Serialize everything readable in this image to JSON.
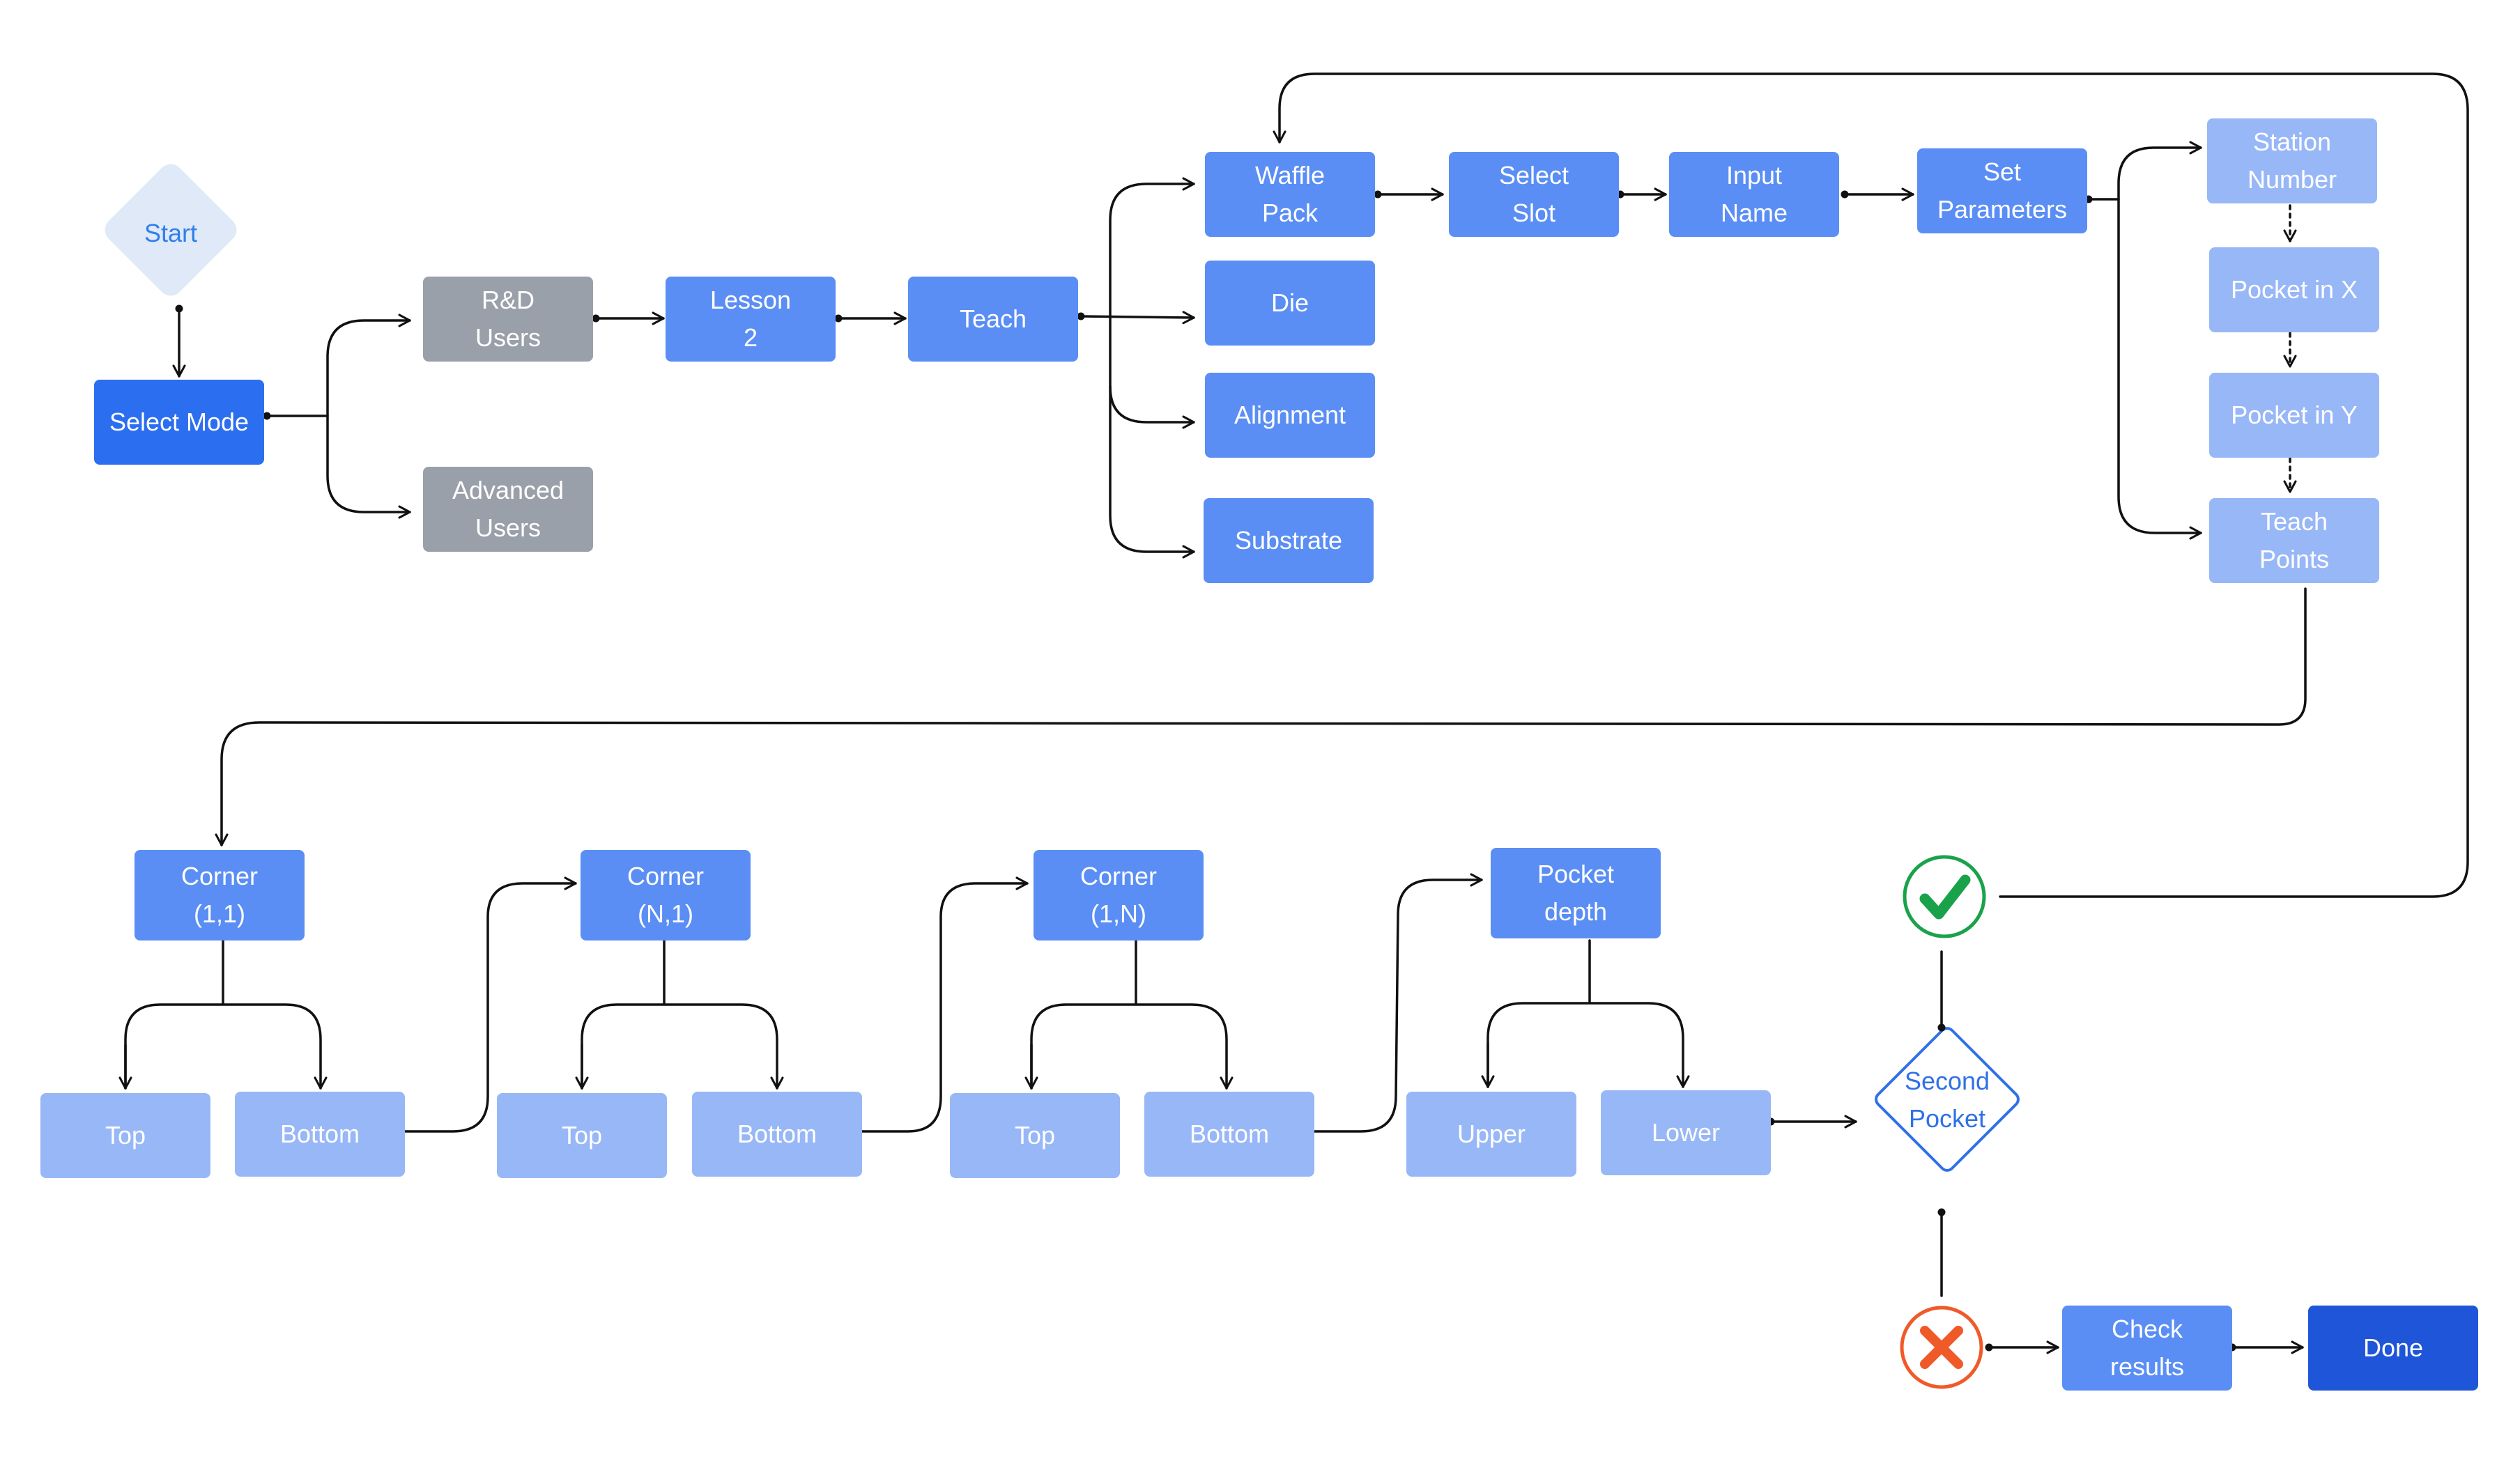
{
  "colors": {
    "start_fill": "#dfe9f8",
    "mode": "#2c6ef0",
    "gray": "#9aa0a9",
    "blue": "#5a8ef5",
    "light": "#98b7f7",
    "done": "#1f55d8",
    "decision_stroke": "#3070e8",
    "check_green": "#19a24a",
    "cross_red": "#f05a28",
    "line": "#111111"
  },
  "nodes": {
    "start": "Start",
    "select_mode": "Select Mode",
    "rd_users": "R&D\nUsers",
    "advanced_users": "Advanced\nUsers",
    "lesson2": "Lesson\n2",
    "teach": "Teach",
    "waffle_pack": "Waffle\nPack",
    "die": "Die",
    "alignment": "Alignment",
    "substrate": "Substrate",
    "select_slot": "Select\nSlot",
    "input_name": "Input\nName",
    "set_parameters": "Set\nParameters",
    "station_number": "Station\nNumber",
    "pocket_in_x": "Pocket in X",
    "pocket_in_y": "Pocket in Y",
    "teach_points": "Teach\nPoints",
    "corner_11": "Corner\n(1,1)",
    "corner_n1": "Corner\n(N,1)",
    "corner_1n": "Corner\n(1,N)",
    "pocket_depth": "Pocket\ndepth",
    "top_1": "Top",
    "bottom_1": "Bottom",
    "top_2": "Top",
    "bottom_2": "Bottom",
    "top_3": "Top",
    "bottom_3": "Bottom",
    "upper": "Upper",
    "lower": "Lower",
    "second_pocket": "Second\nPocket",
    "check_results": "Check\nresults",
    "done": "Done"
  },
  "icons": {
    "yes": "check-circle-icon",
    "no": "cross-circle-icon"
  }
}
